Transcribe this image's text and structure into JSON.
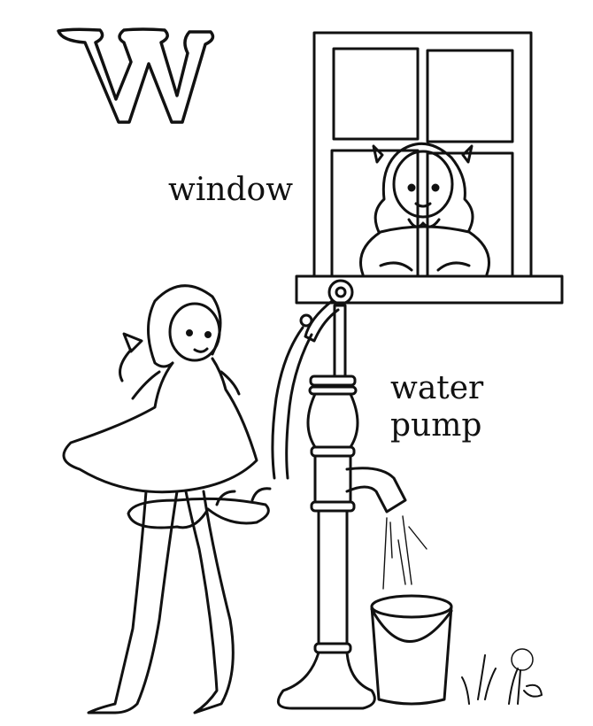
{
  "page": {
    "letter": "W",
    "words": [
      "window",
      "water",
      "pump"
    ]
  },
  "colors": {
    "ink": "#111111",
    "paper": "#ffffff"
  }
}
